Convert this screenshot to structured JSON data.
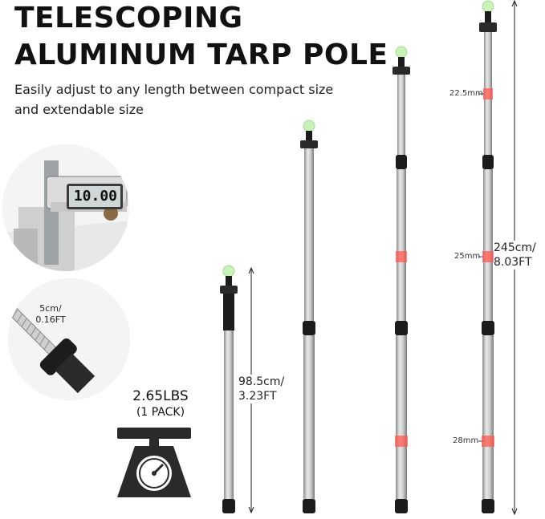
{
  "title": {
    "line1": "TELESCOPING",
    "line2": "ALUMINUM TARP POLE"
  },
  "subtitle": "Easily adjust to any length between compact size and extendable size",
  "caliper_reading": "10.00",
  "screw": {
    "length_cm": "5cm/",
    "length_ft": "0.16FT"
  },
  "weight": {
    "value": "2.65LBS",
    "pack": "(1 PACK)"
  },
  "compact": {
    "length_cm": "98.5cm/",
    "length_ft": "3.23FT"
  },
  "extended": {
    "length_cm": "245cm/",
    "length_ft": "8.03FT"
  },
  "diameters": {
    "top": "22.5mm",
    "middle": "25mm",
    "bottom": "28mm"
  },
  "colors": {
    "pole": "#bdbdbd",
    "joint": "#1c1c1c",
    "ball": "#c9f2b8",
    "marker": "#ff5a4f"
  }
}
